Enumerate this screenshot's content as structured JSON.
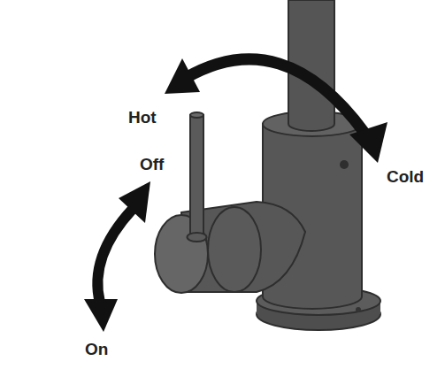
{
  "diagram": {
    "labels": [
      "Hot",
      "Cold",
      "Off",
      "On"
    ]
  }
}
